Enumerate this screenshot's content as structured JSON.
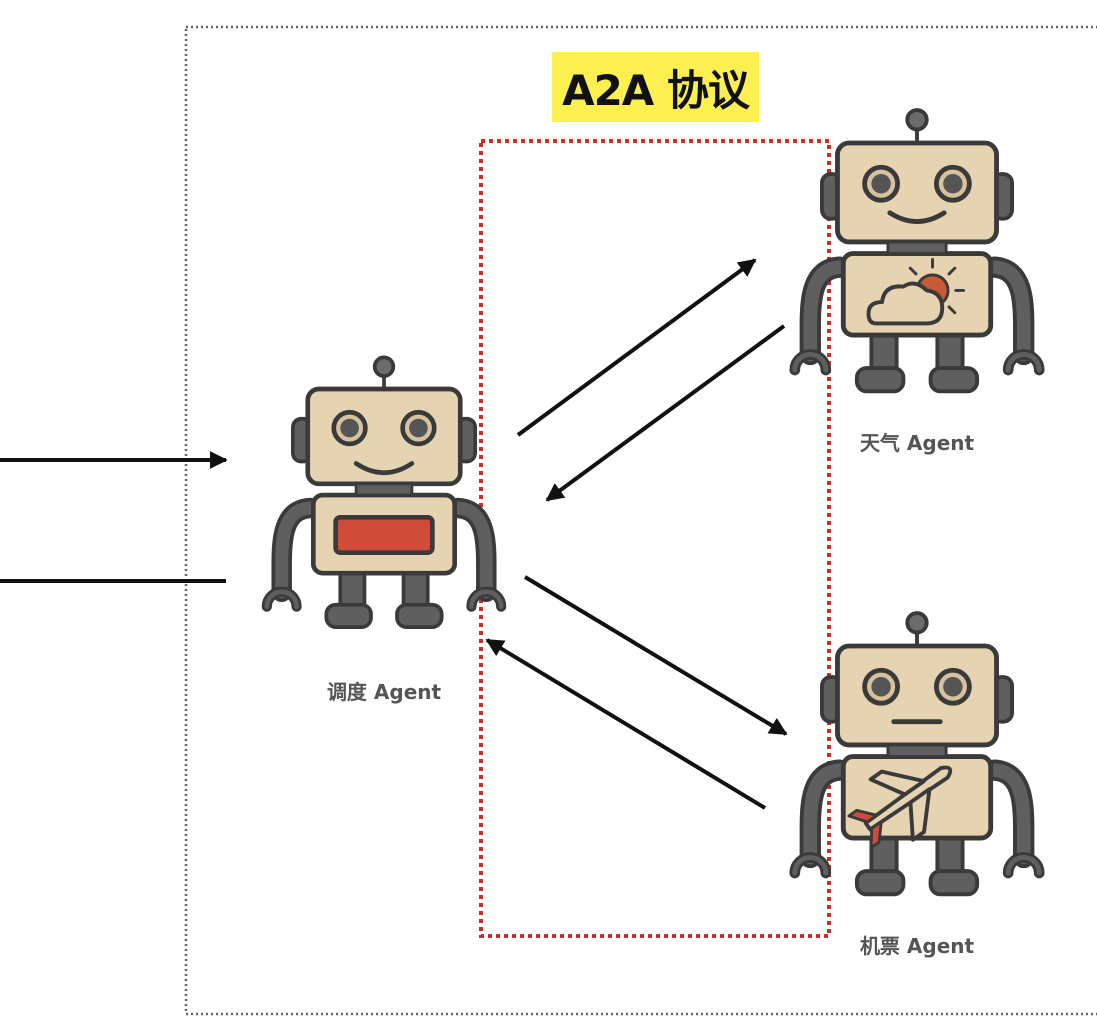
{
  "protocol": {
    "title": "A2A 协议"
  },
  "agents": {
    "dispatcher": {
      "label": "调度 Agent",
      "chest": "red-panel"
    },
    "weather": {
      "label": "天气 Agent",
      "chest": "weather-sun-cloud-icon"
    },
    "flight": {
      "label": "机票 Agent",
      "chest": "airplane-icon"
    }
  },
  "colors": {
    "highlight": "#fbf04f",
    "protocol_boundary": "#d02a2a",
    "robot_body": "#e6d3b1",
    "robot_outline": "#3a3a3a",
    "robot_limbs": "#5f5f5f",
    "chest_panel": "#d14b3b"
  }
}
